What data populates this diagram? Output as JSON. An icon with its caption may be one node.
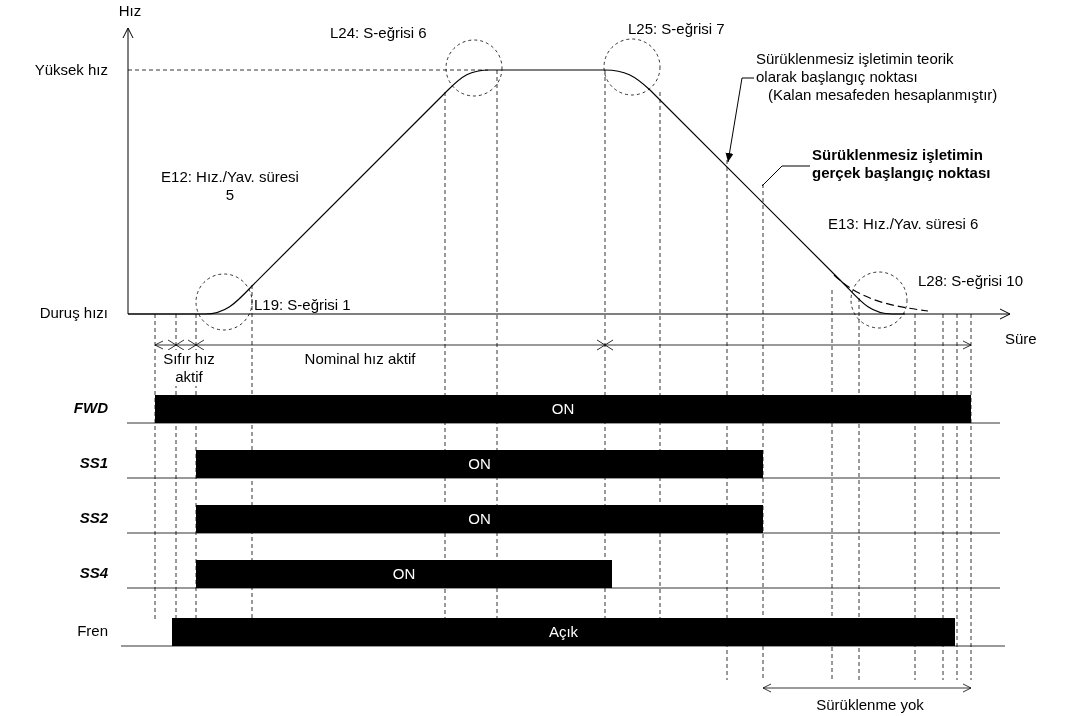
{
  "diagram": {
    "nodes": [
      {
        "text": [
          "Sürüklenmesiz işletimin teorik olarak başlangıç noktası",
          "(Kalan mesafeden hesaplanmıştır)"
        ]
      },
      {
        "text": [
          "Sürüklenmesiz işletimin gerçek başlangıç noktası"
        ]
      },
      {
        "text": [
          "ON"
        ]
      },
      {
        "text": [
          "ON"
        ]
      },
      {
        "text": [
          "ON"
        ]
      },
      {
        "text": [
          "ON"
        ]
      },
      {
        "text": [
          "Açık"
        ]
      }
    ],
    "edges": [
      {
        "from": 0,
        "to": null,
        "arrow": "to"
      },
      {
        "from": 1,
        "to": null,
        "arrow": "none"
      }
    ],
    "labels": [
      "Hız",
      "L24: S-eğrisi 6",
      "L25: S-eğrisi 7",
      "Yüksek hız",
      "E12: Hız./Yav. süresi 5",
      "E13: Hız./Yav. süresi 6",
      "L19: S-eğrisi 1",
      "L28: S-eğrisi 10",
      "Duruş hızı",
      "Süre",
      "Sıfır hız aktif",
      "Nominal hız aktif",
      "FWD",
      "SS1",
      "SS2",
      "SS4",
      "Fren",
      "Sürüklenme yok"
    ]
  }
}
